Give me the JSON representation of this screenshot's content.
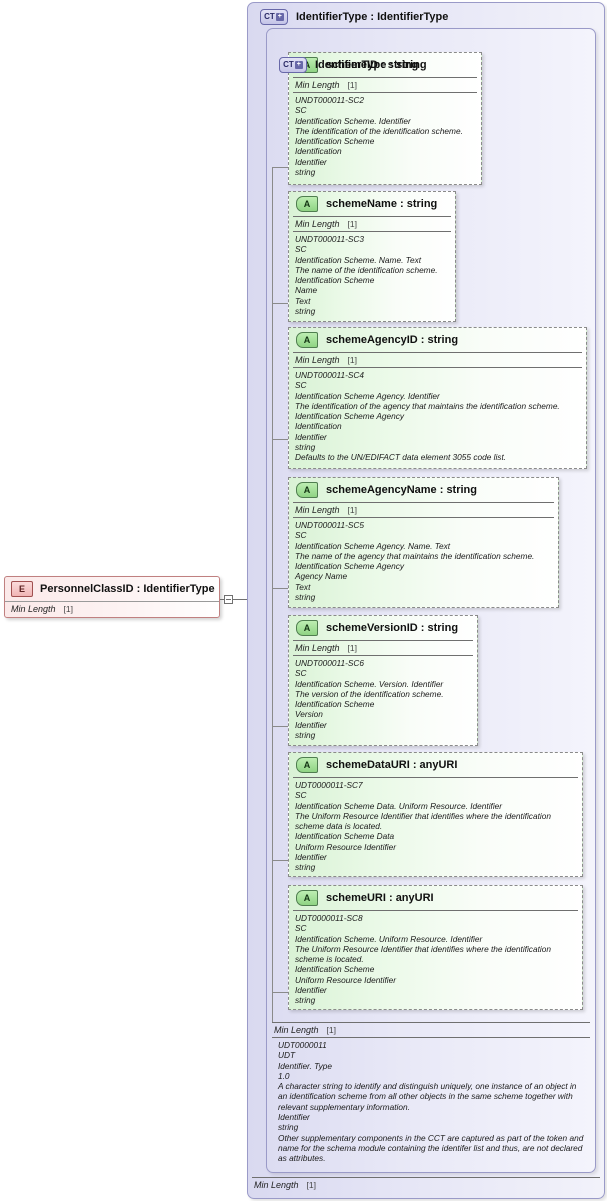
{
  "element": {
    "badge": "E",
    "title": "PersonnelClassID : IdentifierType",
    "facet_label": "Min Length",
    "facet_value": "[1]"
  },
  "complex_type_outer": {
    "badge": "CT",
    "plus": "+",
    "title": "IdentifierType : IdentifierType",
    "facet_label": "Min Length",
    "facet_value": "[1]"
  },
  "complex_type_inner": {
    "badge": "CT",
    "plus": "+",
    "title": "IdentifierType : string",
    "facet_label": "Min Length",
    "facet_value": "[1]",
    "doc": {
      "line1": "UDT0000011",
      "line2": "UDT",
      "line3": "Identifier. Type",
      "line4": "1.0",
      "line5": "A character string to identify and distinguish uniquely, one instance of an object in an identification scheme from all other objects in the same scheme together with relevant supplementary information.",
      "line6": "Identifier",
      "line7": "string",
      "line8": "Other supplementary components in the CCT are captured as part of the token and name for the schema module containing the identifer list and thus, are not declared as attributes."
    }
  },
  "attributes": [
    {
      "badge": "A",
      "title": "schemeID : string",
      "facet_label": "Min Length",
      "facet_value": "[1]",
      "doc": {
        "line1": "UNDT000011-SC2",
        "line2": "SC",
        "line3": "Identification Scheme. Identifier",
        "line4": "The identification of the identification scheme.",
        "line5": "Identification Scheme",
        "line6": "Identification",
        "line7": "Identifier",
        "line8": "string"
      }
    },
    {
      "badge": "A",
      "title": "schemeName : string",
      "facet_label": "Min Length",
      "facet_value": "[1]",
      "doc": {
        "line1": "UNDT000011-SC3",
        "line2": "SC",
        "line3": "Identification Scheme. Name. Text",
        "line4": "The name of the identification scheme.",
        "line5": "Identification Scheme",
        "line6": "Name",
        "line7": "Text",
        "line8": "string"
      }
    },
    {
      "badge": "A",
      "title": "schemeAgencyID : string",
      "facet_label": "Min Length",
      "facet_value": "[1]",
      "doc": {
        "line1": "UNDT000011-SC4",
        "line2": "SC",
        "line3": "Identification Scheme Agency. Identifier",
        "line4": "The identification of the agency that maintains the identification scheme.",
        "line5": "Identification Scheme Agency",
        "line6": "Identification",
        "line7": "Identifier",
        "line8": "string",
        "line9": "Defaults to the UN/EDIFACT data element 3055 code list."
      }
    },
    {
      "badge": "A",
      "title": "schemeAgencyName : string",
      "facet_label": "Min Length",
      "facet_value": "[1]",
      "doc": {
        "line1": "UNDT000011-SC5",
        "line2": "SC",
        "line3": "Identification Scheme Agency. Name. Text",
        "line4": "The name of the agency that maintains the identification scheme.",
        "line5": "Identification Scheme Agency",
        "line6": "Agency Name",
        "line7": "Text",
        "line8": "string"
      }
    },
    {
      "badge": "A",
      "title": "schemeVersionID : string",
      "facet_label": "Min Length",
      "facet_value": "[1]",
      "doc": {
        "line1": "UNDT000011-SC6",
        "line2": "SC",
        "line3": "Identification Scheme. Version. Identifier",
        "line4": "The version of the identification scheme.",
        "line5": "Identification Scheme",
        "line6": "Version",
        "line7": "Identifier",
        "line8": "string"
      }
    },
    {
      "badge": "A",
      "title": "schemeDataURI : anyURI",
      "facet_label": "",
      "facet_value": "",
      "doc": {
        "line1": "UDT0000011-SC7",
        "line2": "SC",
        "line3": "Identification Scheme Data. Uniform Resource. Identifier",
        "line4": "The Uniform Resource Identifier that identifies where the identification scheme data is located.",
        "line5": "Identification Scheme Data",
        "line6": "Uniform Resource Identifier",
        "line7": "Identifier",
        "line8": "string"
      }
    },
    {
      "badge": "A",
      "title": "schemeURI : anyURI",
      "facet_label": "",
      "facet_value": "",
      "doc": {
        "line1": "UDT0000011-SC8",
        "line2": "SC",
        "line3": "Identification Scheme. Uniform Resource. Identifier",
        "line4": "The Uniform Resource Identifier that identifies where the identification scheme is located.",
        "line5": "Identification Scheme",
        "line6": "Uniform Resource Identifier",
        "line7": "Identifier",
        "line8": "string"
      }
    }
  ],
  "colors": {
    "element_border": "#c08080",
    "element_fill": "#fbe9e9",
    "complextype_border": "#9a9ac8",
    "complextype_fill": "#dcdcf1",
    "attribute_border": "#8a8a8a",
    "attribute_fill": "#d9f2d5",
    "connector": "#8a8a8a"
  }
}
